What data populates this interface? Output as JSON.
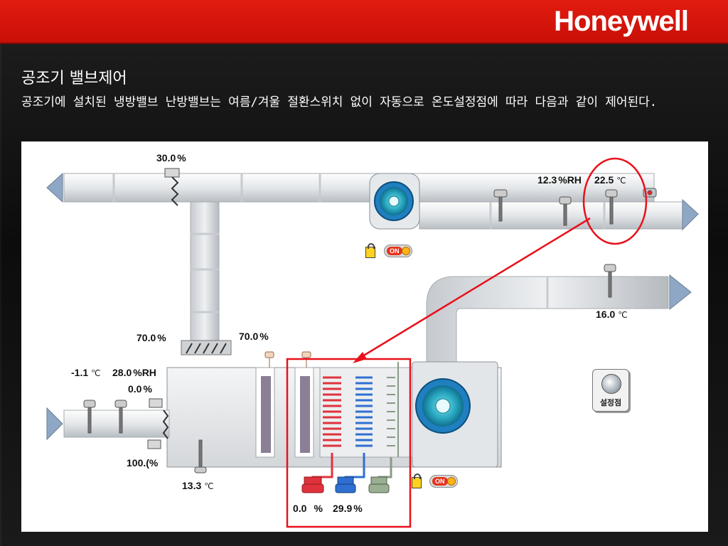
{
  "header": {
    "brand": "Honeywell"
  },
  "slide": {
    "title": "공조기 밸브제어",
    "description": "공조기에 설치된 냉방밸브 난방밸브는 여름/겨울 절환스위치 없이 자동으로 온도설정점에 따라 다음과 같이 제어된다."
  },
  "diagram": {
    "exhaust_damper": {
      "value": "30.0",
      "unit": "%"
    },
    "return_humidity": {
      "value": "12.3",
      "unit": "%RH"
    },
    "return_temp": {
      "value": "22.5",
      "unit": "℃"
    },
    "supply_temp": {
      "value": "16.0",
      "unit": "℃"
    },
    "mix_damper": {
      "value": "70.0",
      "unit": "%"
    },
    "filter_dp": {
      "value": "70.0",
      "unit": "%"
    },
    "outdoor_temp": {
      "value": "-1.1",
      "unit": "℃"
    },
    "outdoor_humidity": {
      "value": "28.0",
      "unit": "%RH"
    },
    "oa_value": {
      "value": "0.0",
      "unit": "%"
    },
    "oa_damper": {
      "value": "100.(",
      "unit": "%"
    },
    "mixed_temp": {
      "value": "13.3",
      "unit": "℃"
    },
    "heating_valve": {
      "value": "0.0",
      "unit": "%"
    },
    "cooling_valve": {
      "value": "29.9",
      "unit": "%"
    },
    "setpoint_button": "설정점",
    "colors": {
      "duct": "#e6e9ec",
      "heating_coil": "#e0323c",
      "cooling_coil": "#2f6fd1",
      "highlight": "#e8111b",
      "fan": "#1f7fbf"
    }
  }
}
